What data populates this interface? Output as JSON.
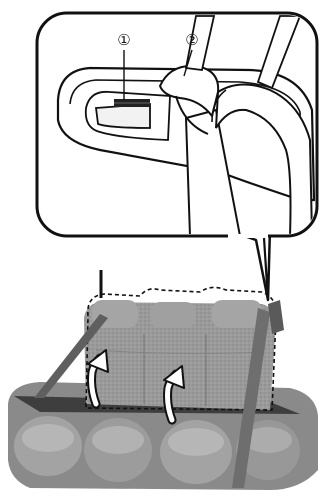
{
  "callouts": [
    {
      "label": "①",
      "meaning": "latch"
    },
    {
      "label": "②",
      "meaning": "seat belt"
    }
  ],
  "icons": {
    "latch": "seatback-latch-icon",
    "belt": "seat-belt-icon",
    "seat": "rear-seat-icon",
    "arrow": "curved-up-arrow-icon"
  },
  "colors": {
    "outline": "#111111",
    "seat_fill": "#8c8c8c",
    "seat_dark": "#4d4d4d",
    "seat_light": "#bdbdbd",
    "belt": "#6e6e6e",
    "background": "#ffffff"
  }
}
